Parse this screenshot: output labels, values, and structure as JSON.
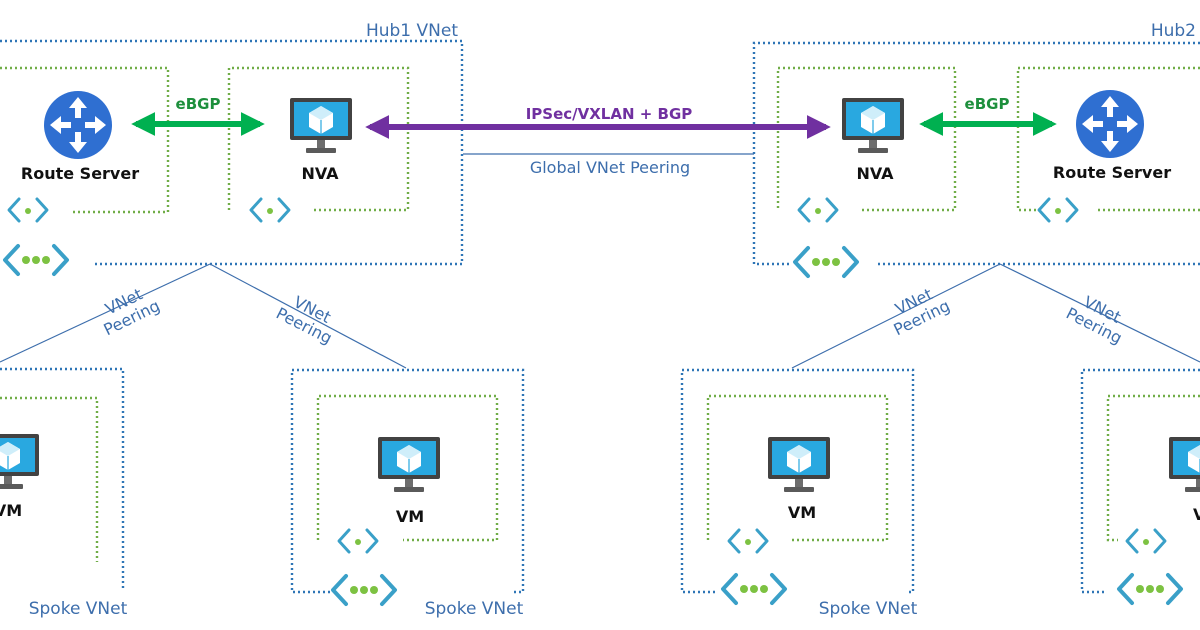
{
  "hubs": [
    {
      "title": "Hub1 VNet",
      "route_server_label": "Route Server",
      "nva_label": "NVA",
      "ebgp_label": "eBGP"
    },
    {
      "title": "Hub2",
      "route_server_label": "Route Server",
      "nva_label": "NVA",
      "ebgp_label": "eBGP"
    }
  ],
  "inter_hub": {
    "tunnel_label": "IPSec/VXLAN + BGP",
    "peering_label": "Global VNet Peering"
  },
  "peering_label_line1": "VNet",
  "peering_label_line2": "Peering",
  "spokes": [
    {
      "title": "Spoke VNet",
      "vm_label": "VM"
    },
    {
      "title": "Spoke VNet",
      "vm_label": "VM"
    },
    {
      "title": "Spoke VNet",
      "vm_label": "VM"
    },
    {
      "title": "",
      "vm_label": "VM"
    }
  ],
  "colors": {
    "vnet_border": "#2e75b6",
    "subnet_border": "#70ad47",
    "ebgp_arrow": "#00b050",
    "tunnel_arrow": "#7030a0",
    "route_server_icon": "#2f6fd1",
    "vm_screen": "#29a8e0",
    "vnet_icon": "#3aa0c8",
    "vnet_dots": "#7dc242"
  },
  "icons": [
    "route-server-icon",
    "monitor-vm-icon",
    "subnet-icon",
    "vnet-icon"
  ]
}
